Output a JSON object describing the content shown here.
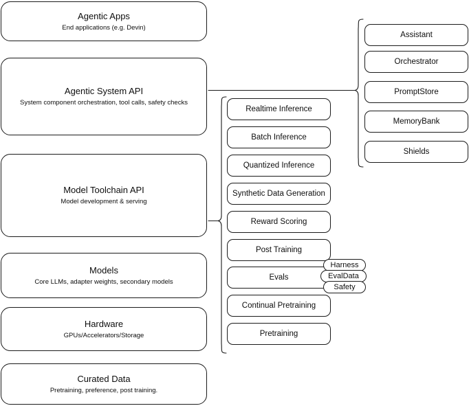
{
  "diagram": {
    "title": "AI Stack Layered Architecture Diagram",
    "stroke_color": "#1a1a1a",
    "background_color": "#ffffff",
    "text_color": "#0d0d0d"
  },
  "layers": [
    {
      "id": "agentic-apps",
      "title": "Agentic Apps",
      "subtitle": "End applications (e.g. Devin)"
    },
    {
      "id": "agentic-system-api",
      "title": "Agentic System API",
      "subtitle": "System component orchestration, tool calls, safety checks"
    },
    {
      "id": "model-toolchain-api",
      "title": "Model Toolchain API",
      "subtitle": "Model development & serving"
    },
    {
      "id": "models",
      "title": "Models",
      "subtitle": "Core LLMs, adapter weights, secondary models"
    },
    {
      "id": "hardware",
      "title": "Hardware",
      "subtitle": "GPUs/Accelerators/Storage"
    },
    {
      "id": "curated-data",
      "title": "Curated Data",
      "subtitle": "Pretraining, preference, post training."
    }
  ],
  "toolchain_column": {
    "connects_to": "model-toolchain-api",
    "items": [
      {
        "id": "realtime-inference",
        "label": "Realtime Inference"
      },
      {
        "id": "batch-inference",
        "label": "Batch Inference"
      },
      {
        "id": "quantized-inference",
        "label": "Quantized Inference"
      },
      {
        "id": "synthetic-data-generation",
        "label": "Synthetic Data Generation"
      },
      {
        "id": "reward-scoring",
        "label": "Reward Scoring"
      },
      {
        "id": "post-training",
        "label": "Post Training"
      },
      {
        "id": "evals",
        "label": "Evals"
      },
      {
        "id": "continual-pretraining",
        "label": "Continual Pretraining"
      },
      {
        "id": "pretraining",
        "label": "Pretraining"
      }
    ]
  },
  "evals_tags": [
    {
      "id": "harness",
      "label": "Harness"
    },
    {
      "id": "evaldata",
      "label": "EvalData"
    },
    {
      "id": "safety",
      "label": "Safety"
    }
  ],
  "agentic_column": {
    "connects_to": "agentic-system-api",
    "items": [
      {
        "id": "assistant",
        "label": "Assistant"
      },
      {
        "id": "orchestrator",
        "label": "Orchestrator"
      },
      {
        "id": "promptstore",
        "label": "PromptStore"
      },
      {
        "id": "memorybank",
        "label": "MemoryBank"
      },
      {
        "id": "shields",
        "label": "Shields"
      }
    ]
  }
}
